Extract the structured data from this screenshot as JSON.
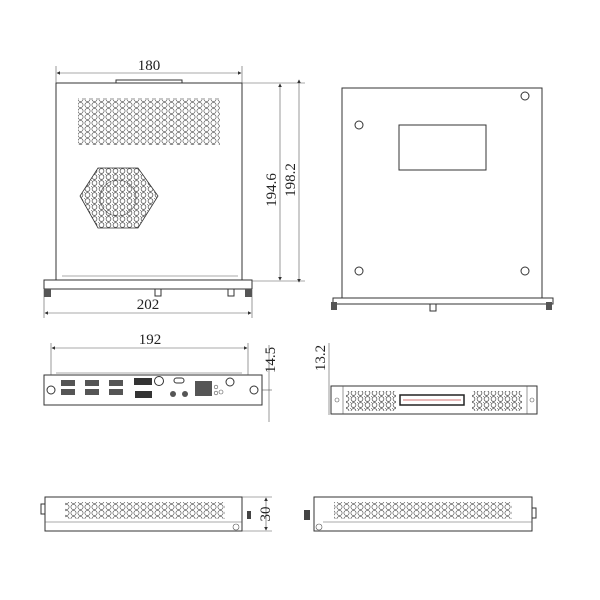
{
  "dimensions": {
    "top_width": "180",
    "inner_height": "194.6",
    "outer_height": "198.2",
    "base_width": "202",
    "front_width": "192",
    "front_height": "14.5",
    "rear_height": "13.2",
    "side_height": "30"
  },
  "colors": {
    "line": "#333333",
    "background": "#ffffff",
    "connector_accent": "#c04040"
  }
}
